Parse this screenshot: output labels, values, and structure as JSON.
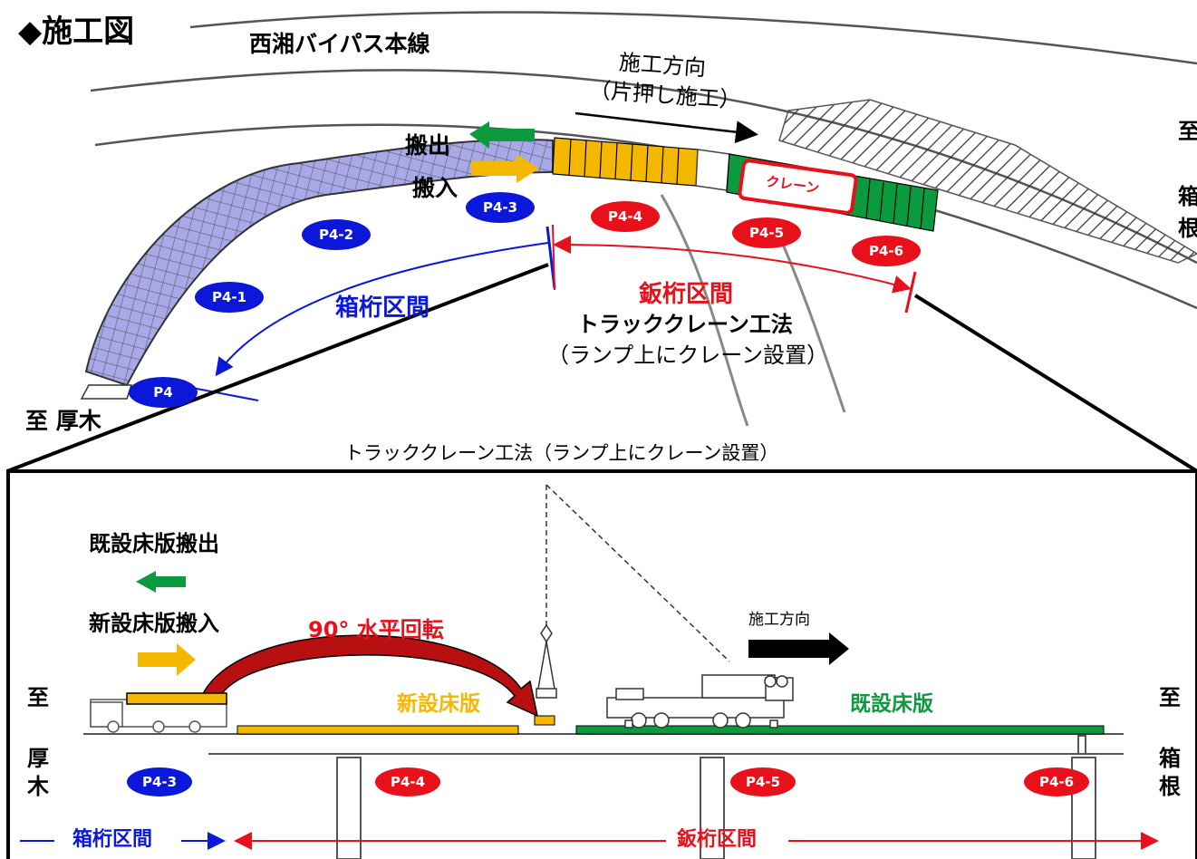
{
  "title": "◆施工図",
  "main_line": "西湘バイパス本線",
  "direction_top": {
    "line1": "施工方向",
    "line2": "（片押し施工）"
  },
  "carry_out_short": "搬出",
  "carry_in_short": "搬入",
  "crane_label": "クレーン",
  "to_atsugi_top": "至 厚木",
  "to_hakone_top": [
    "至",
    "箱",
    "根"
  ],
  "box_girder_section": "箱桁区間",
  "steel_girder_section": "鈑桁区間",
  "method": "トラッククレーン工法",
  "method_note": "（ランプ上にクレーン設置）",
  "section_caption": "トラッククレーン工法（ランプ上にクレーン設置）",
  "piers_top": [
    {
      "label": "P4",
      "color": "blue"
    },
    {
      "label": "P4-1",
      "color": "blue"
    },
    {
      "label": "P4-2",
      "color": "blue"
    },
    {
      "label": "P4-3",
      "color": "blue"
    },
    {
      "label": "P4-4",
      "color": "red"
    },
    {
      "label": "P4-5",
      "color": "red"
    },
    {
      "label": "P4-6",
      "color": "red"
    }
  ],
  "detail": {
    "existing_out": "既設床版搬出",
    "new_in": "新設床版搬入",
    "rotation": "90° 水平回転",
    "direction": "施工方向",
    "new_slab": "新設床版",
    "existing_slab": "既設床版",
    "to_left": [
      "至",
      "厚",
      "木"
    ],
    "to_right": [
      "至",
      "箱",
      "根"
    ],
    "piers": [
      {
        "label": "P4-3",
        "color": "blue"
      },
      {
        "label": "P4-4",
        "color": "red"
      },
      {
        "label": "P4-5",
        "color": "red"
      },
      {
        "label": "P4-6",
        "color": "red"
      }
    ],
    "box_section": "箱桁区間",
    "plate_section": "鈑桁区間"
  },
  "colors": {
    "blue": "#0b18d8",
    "red": "#e8101a",
    "green": "#0c9a3e",
    "orange": "#f5b800",
    "purple": "#9c9ce6"
  }
}
